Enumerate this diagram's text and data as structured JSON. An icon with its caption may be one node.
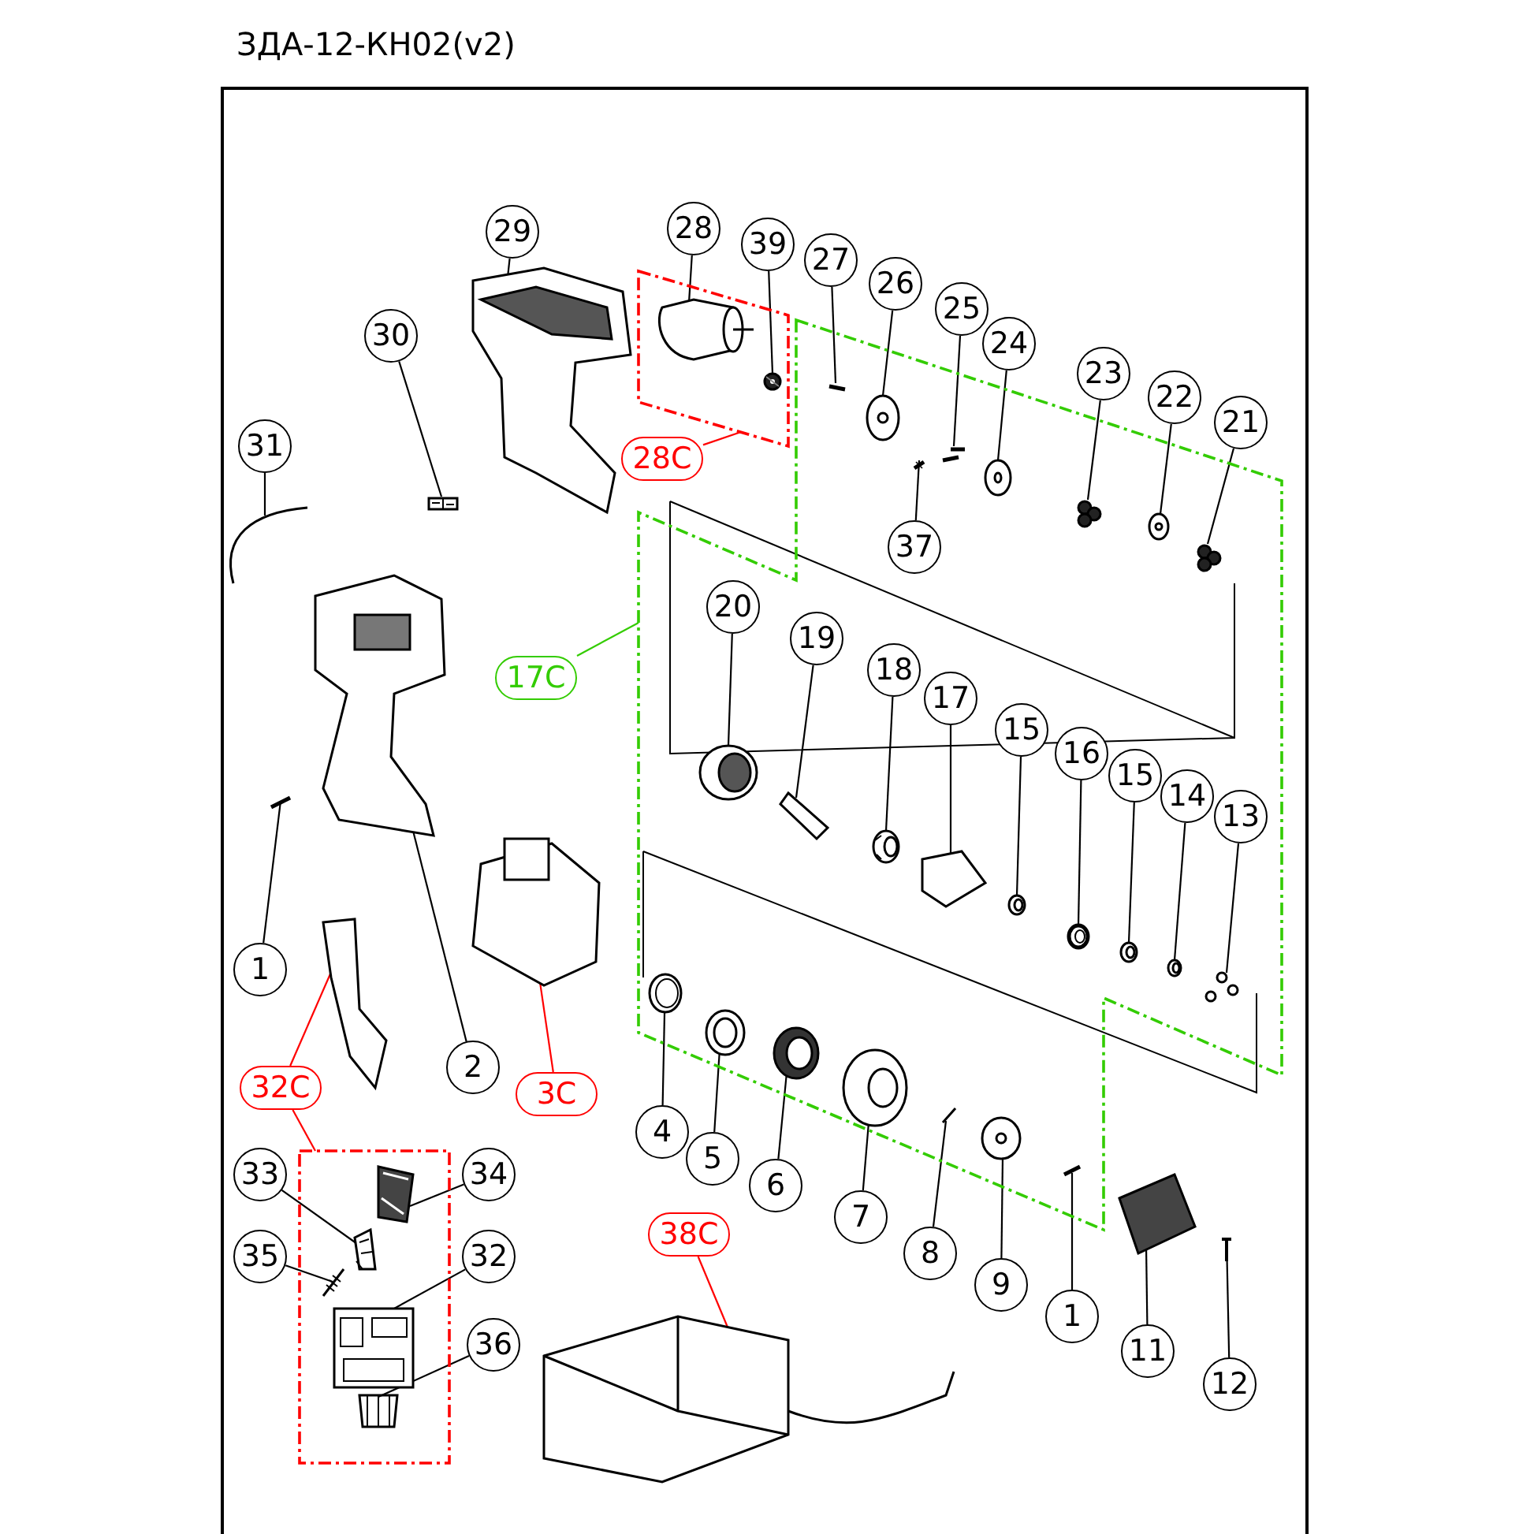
{
  "diagram": {
    "title": "ЗДА-12-КН02(v2)",
    "nodes": [
      {
        "text": [
          "29"
        ]
      },
      {
        "text": [
          "28"
        ]
      },
      {
        "text": [
          "39"
        ]
      },
      {
        "text": [
          "27"
        ]
      },
      {
        "text": [
          "26"
        ]
      },
      {
        "text": [
          "25"
        ]
      },
      {
        "text": [
          "30"
        ]
      },
      {
        "text": [
          "24"
        ]
      },
      {
        "text": [
          "23"
        ]
      },
      {
        "text": [
          "22"
        ]
      },
      {
        "text": [
          "21"
        ]
      },
      {
        "text": [
          "31"
        ]
      },
      {
        "text": [
          "28C"
        ]
      },
      {
        "text": [],
        "shape": "box"
      },
      {
        "text": [],
        "shape": "box"
      },
      {
        "text": [
          "37"
        ],
        "in": 14
      },
      {
        "text": [
          "17C"
        ]
      },
      {
        "text": [
          "20"
        ],
        "in": 14
      },
      {
        "text": [
          "19"
        ],
        "in": 14
      },
      {
        "text": [
          "18"
        ],
        "in": 14
      },
      {
        "text": [
          "17"
        ],
        "in": 14
      },
      {
        "text": [
          "15"
        ],
        "in": 14
      },
      {
        "text": [
          "16"
        ],
        "in": 14
      },
      {
        "text": [
          "15"
        ],
        "in": 14
      },
      {
        "text": [
          "14"
        ],
        "in": 14
      },
      {
        "text": [
          "13"
        ],
        "in": 14
      },
      {
        "text": [
          "1"
        ]
      },
      {
        "text": [
          "2"
        ]
      },
      {
        "text": [
          "32C"
        ]
      },
      {
        "text": [
          "3C"
        ]
      },
      {
        "text": [],
        "shape": "box"
      },
      {
        "text": [
          "33"
        ]
      },
      {
        "text": [
          "34"
        ]
      },
      {
        "text": [
          "35"
        ]
      },
      {
        "text": [
          "32"
        ]
      },
      {
        "text": [
          "36"
        ]
      },
      {
        "text": [
          "4"
        ]
      },
      {
        "text": [
          "5"
        ]
      },
      {
        "text": [
          "6"
        ]
      },
      {
        "text": [
          "7"
        ]
      },
      {
        "text": [
          "38C"
        ]
      },
      {
        "text": [
          "8"
        ]
      },
      {
        "text": [
          "9"
        ]
      },
      {
        "text": [
          "1"
        ]
      },
      {
        "text": [
          "11"
        ]
      },
      {
        "text": [
          "12"
        ]
      },
      {
        "text": [],
        "shape": "picture"
      },
      {
        "text": [],
        "shape": "picture",
        "in": 13
      },
      {
        "text": [],
        "shape": "picture",
        "in": 13
      },
      {
        "text": [],
        "shape": "picture",
        "in": 14
      },
      {
        "text": [],
        "shape": "picture",
        "in": 14
      },
      {
        "text": [],
        "shape": "picture",
        "in": 14
      },
      {
        "text": [],
        "shape": "picture"
      },
      {
        "text": [],
        "shape": "picture",
        "in": 14
      },
      {
        "text": [],
        "shape": "picture",
        "in": 14
      },
      {
        "text": [],
        "shape": "picture",
        "in": 14
      },
      {
        "text": [],
        "shape": "picture",
        "in": 14
      },
      {
        "text": [],
        "shape": "picture"
      },
      {
        "text": [],
        "shape": "picture",
        "in": 14
      },
      {
        "text": [],
        "shape": "picture",
        "in": 14
      },
      {
        "text": [],
        "shape": "picture",
        "in": 14
      },
      {
        "text": [],
        "shape": "picture",
        "in": 14
      },
      {
        "text": [],
        "shape": "picture",
        "in": 14
      },
      {
        "text": [],
        "shape": "picture",
        "in": 14
      },
      {
        "text": [],
        "shape": "picture",
        "in": 14
      },
      {
        "text": [],
        "shape": "picture",
        "in": 14
      },
      {
        "text": [],
        "shape": "picture",
        "in": 14
      },
      {
        "text": [],
        "shape": "picture",
        "in": 14
      },
      {
        "text": [],
        "shape": "picture"
      },
      {
        "text": [],
        "shape": "picture"
      },
      {
        "text": [],
        "shape": "picture"
      },
      {
        "text": [],
        "shape": "picture"
      },
      {
        "text": [],
        "shape": "picture",
        "in": 30
      },
      {
        "text": [],
        "shape": "picture",
        "in": 30
      },
      {
        "text": [],
        "shape": "picture",
        "in": 30
      },
      {
        "text": [],
        "shape": "picture",
        "in": 30
      },
      {
        "text": [],
        "shape": "picture",
        "in": 30
      },
      {
        "text": [],
        "shape": "picture",
        "in": 14
      },
      {
        "text": [],
        "shape": "picture",
        "in": 14
      },
      {
        "text": [],
        "shape": "picture",
        "in": 14
      },
      {
        "text": [],
        "shape": "picture",
        "in": 14
      },
      {
        "text": [],
        "shape": "picture",
        "in": 14
      },
      {
        "text": [],
        "shape": "picture",
        "in": 14
      },
      {
        "text": [],
        "shape": "picture",
        "in": 14
      },
      {
        "text": [],
        "shape": "picture"
      },
      {
        "text": [],
        "shape": "picture"
      },
      {
        "text": [],
        "shape": "picture"
      }
    ],
    "edges": [
      {
        "from": 0,
        "to": 46,
        "arrow": "none"
      },
      {
        "from": 1,
        "to": 47,
        "arrow": "none"
      },
      {
        "from": 2,
        "to": 48,
        "arrow": "none"
      },
      {
        "from": 3,
        "to": 49,
        "arrow": "none"
      },
      {
        "from": 4,
        "to": 50,
        "arrow": "none"
      },
      {
        "from": 5,
        "to": 51,
        "arrow": "none"
      },
      {
        "from": 6,
        "to": 52,
        "arrow": "none"
      },
      {
        "from": 7,
        "to": 53,
        "arrow": "none"
      },
      {
        "from": 8,
        "to": 54,
        "arrow": "none"
      },
      {
        "from": 9,
        "to": 55,
        "arrow": "none"
      },
      {
        "from": 10,
        "to": 56,
        "arrow": "none"
      },
      {
        "from": 11,
        "to": 57,
        "arrow": "none"
      },
      {
        "from": 12,
        "to": 13,
        "arrow": "none",
        "color": "#ff0000"
      },
      {
        "from": 15,
        "to": 58,
        "arrow": "none"
      },
      {
        "from": 16,
        "to": 14,
        "arrow": "none",
        "color": "#33cc00"
      },
      {
        "from": 17,
        "to": 59,
        "arrow": "none"
      },
      {
        "from": 18,
        "to": 60,
        "arrow": "none"
      },
      {
        "from": 19,
        "to": 61,
        "arrow": "none"
      },
      {
        "from": 20,
        "to": 62,
        "arrow": "none"
      },
      {
        "from": 21,
        "to": 63,
        "arrow": "none"
      },
      {
        "from": 22,
        "to": 64,
        "arrow": "none"
      },
      {
        "from": 23,
        "to": 65,
        "arrow": "none"
      },
      {
        "from": 24,
        "to": 66,
        "arrow": "none"
      },
      {
        "from": 25,
        "to": 67,
        "arrow": "none"
      },
      {
        "from": 26,
        "to": 68,
        "arrow": "none"
      },
      {
        "from": 27,
        "to": 69,
        "arrow": "none"
      },
      {
        "from": 28,
        "to": 70,
        "arrow": "none",
        "color": "#ff0000"
      },
      {
        "from": 28,
        "to": 30,
        "arrow": "none",
        "color": "#ff0000"
      },
      {
        "from": 29,
        "to": 71,
        "arrow": "none",
        "color": "#ff0000"
      },
      {
        "from": 31,
        "to": 72,
        "arrow": "none"
      },
      {
        "from": 32,
        "to": 73,
        "arrow": "none"
      },
      {
        "from": 33,
        "to": 74,
        "arrow": "none"
      },
      {
        "from": 34,
        "to": 75,
        "arrow": "none"
      },
      {
        "from": 35,
        "to": 76,
        "arrow": "none"
      },
      {
        "from": 36,
        "to": 77,
        "arrow": "none"
      },
      {
        "from": 37,
        "to": 78,
        "arrow": "none"
      },
      {
        "from": 38,
        "to": 79,
        "arrow": "none"
      },
      {
        "from": 39,
        "to": 80,
        "arrow": "none"
      },
      {
        "from": 40,
        "to": 86,
        "arrow": "none",
        "color": "#ff0000"
      },
      {
        "from": 41,
        "to": 81,
        "arrow": "none"
      },
      {
        "from": 42,
        "to": 82,
        "arrow": "none"
      },
      {
        "from": 43,
        "to": 83,
        "arrow": "none"
      },
      {
        "from": 44,
        "to": 84,
        "arrow": "none"
      },
      {
        "from": 45,
        "to": 85,
        "arrow": "none"
      }
    ]
  }
}
